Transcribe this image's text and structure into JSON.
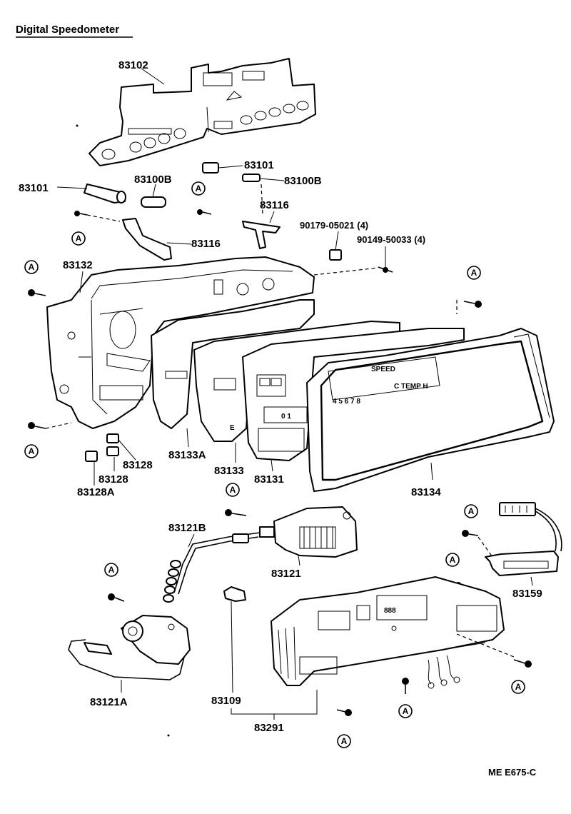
{
  "title": "Digital Speedometer",
  "reference": "ME  E675-C",
  "callout_symbol": "A",
  "part_labels": {
    "p83102": "83102",
    "p83101_top": "83101",
    "p83101_left": "83101",
    "p83100B_left": "83100B",
    "p83100B_right": "83100B",
    "p83116_right": "83116",
    "p83116_mid": "83116",
    "p90179": "90179-05021 (4)",
    "p90149": "90149-50033 (4)",
    "p83132": "83132",
    "p83128_a": "83128",
    "p83128_b": "83128",
    "p83128A": "83128A",
    "p83133A": "83133A",
    "p83133": "83133",
    "p83131": "83131",
    "p83134": "83134",
    "p83121B": "83121B",
    "p83121": "83121",
    "p83159": "83159",
    "p83121A": "83121A",
    "p83109": "83109",
    "p83291": "83291"
  },
  "panel_text": {
    "speed": "SPEED",
    "temp": "C TEMP H",
    "digits": "4 5 6 7 8",
    "zero_one": "0 1",
    "e_mark": "E",
    "display_digits": "888"
  }
}
